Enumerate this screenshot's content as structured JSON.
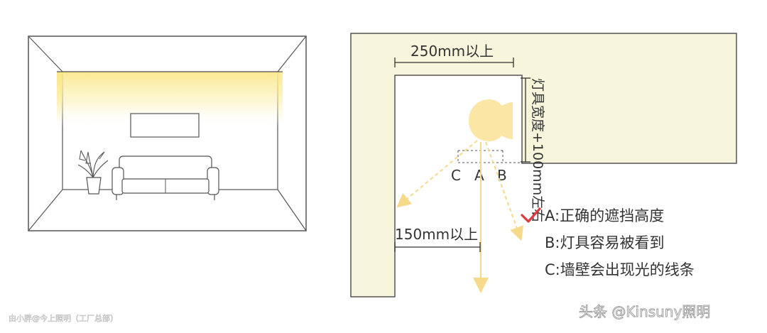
{
  "room_illustration": {
    "label": ""
  },
  "cove_detail": {
    "dim_top": "250mm以上",
    "dim_right": "灯具宽度+100mm左右",
    "dim_bottom": "150mm以上",
    "point_c": "C",
    "point_a": "A",
    "point_b": "B"
  },
  "legend": {
    "item_a": "A:正确的遮挡高度",
    "item_b": "B:灯具容易被看到",
    "item_c": "C:墙壁会出现光的线条"
  },
  "watermark": {
    "left": "由小胖@今上照明（工厂总部）",
    "right": "头条 @Kinsuny照明"
  },
  "colors": {
    "wall_fill": "#f7f5dc",
    "line": "#333333",
    "glow": "#fbe88a",
    "lamp": "#fbe6a6",
    "arrow": "#f6d98a",
    "check": "#e0393e"
  }
}
